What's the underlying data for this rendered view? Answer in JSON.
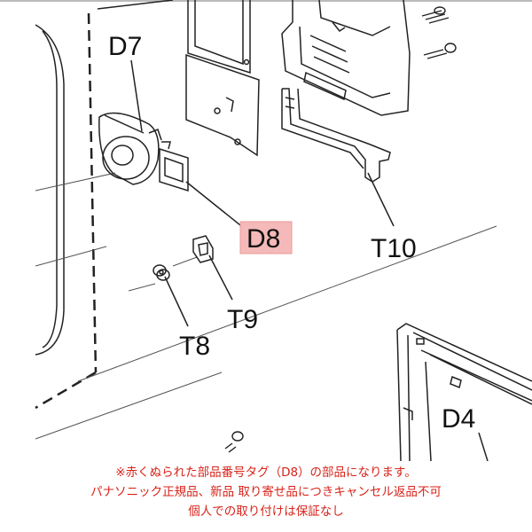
{
  "labels": {
    "d7": "D7",
    "d8": "D8",
    "t10": "T10",
    "t9": "T9",
    "t8": "T8",
    "d4": "D4"
  },
  "highlight_color": "#f4b9b8",
  "notice": {
    "line1": "※赤くぬられた部品番号タグ（D8）の部品になります。",
    "line2": "パナソニック正規品、新品 取り寄せ品につきキャンセル返品不可",
    "line3": "個人での取り付けは保証なし"
  },
  "notice_color": "#d9231a"
}
